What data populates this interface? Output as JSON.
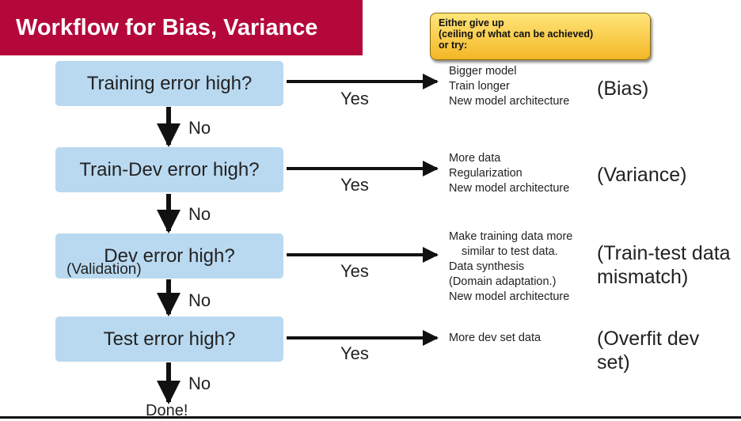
{
  "title": "Workflow for Bias, Variance",
  "note": {
    "lines": [
      "Either give up",
      "(ceiling of what can be achieved)",
      "or try:"
    ]
  },
  "steps": [
    {
      "question": "Training error high?",
      "yes_label": "Yes",
      "no_label": "No",
      "actions": [
        "Bigger model",
        "Train longer",
        "New model architecture"
      ],
      "category": "(Bias)"
    },
    {
      "question": "Train-Dev error high?",
      "yes_label": "Yes",
      "no_label": "No",
      "actions": [
        "More data",
        "Regularization",
        "New model architecture"
      ],
      "category": "(Variance)"
    },
    {
      "question": "Dev error high?",
      "sub_label": "(Validation)",
      "yes_label": "Yes",
      "no_label": "No",
      "actions": [
        "Make training data more",
        "similar to test data.",
        "Data synthesis",
        "(Domain adaptation.)",
        "New model architecture"
      ],
      "category": [
        "(Train-test data",
        "mismatch)"
      ]
    },
    {
      "question": "Test error high?",
      "yes_label": "Yes",
      "no_label": "No",
      "actions": [
        "More dev set data"
      ],
      "category": [
        "(Overfit dev",
        "set)"
      ]
    }
  ],
  "done_label": "Done!",
  "colors": {
    "title_bg": "#b5083a",
    "box_bg": "#b9d9f0",
    "note_bg": "#f3b726"
  }
}
